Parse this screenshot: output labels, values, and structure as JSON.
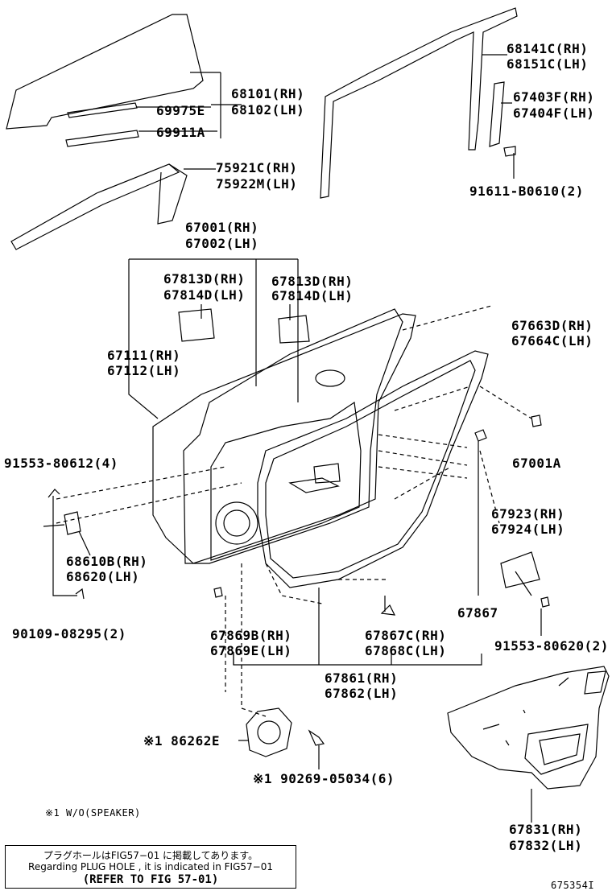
{
  "labels": {
    "p68101": "68101(RH)",
    "p68102": "68102(LH)",
    "p69975E": "69975E",
    "p69911A": "69911A",
    "p75921C": "75921C(RH)",
    "p75922M": "75922M(LH)",
    "p68141C": "68141C(RH)",
    "p68151C": "68151C(LH)",
    "p67403F": "67403F(RH)",
    "p67404F": "67404F(LH)",
    "p91611": "91611-B0610(2)",
    "p67001": "67001(RH)",
    "p67002": "67002(LH)",
    "p67813D_a": "67813D(RH)",
    "p67814D_a": "67814D(LH)",
    "p67813D_b": "67813D(RH)",
    "p67814D_b": "67814D(LH)",
    "p67663D": "67663D(RH)",
    "p67664C": "67664C(LH)",
    "p67111": "67111(RH)",
    "p67112": "67112(LH)",
    "p91553_80612": "91553-80612(4)",
    "p67001A": "67001A",
    "p67923": "67923(RH)",
    "p67924": "67924(LH)",
    "p68610B": "68610B(RH)",
    "p68620": "68620(LH)",
    "p90109": "90109-08295(2)",
    "p67867": "67867",
    "p67869B": "67869B(RH)",
    "p67869E": "67869E(LH)",
    "p67867C": "67867C(RH)",
    "p67868C": "67868C(LH)",
    "p91553_80620": "91553-80620(2)",
    "p67861": "67861(RH)",
    "p67862": "67862(LH)",
    "p86262E": "※1 86262E",
    "p90269": "※1 90269-05034(6)",
    "p67831": "67831(RH)",
    "p67832": "67832(LH)"
  },
  "footnote": "※1 W/O(SPEAKER)",
  "note": {
    "line1": "プラグホールはFIG57−01 に掲載してあります。",
    "line2": "Regarding PLUG HOLE , it is indicated in FIG57−01",
    "line3": "(REFER TO FIG 57-01)"
  },
  "figure_id": "675354I"
}
